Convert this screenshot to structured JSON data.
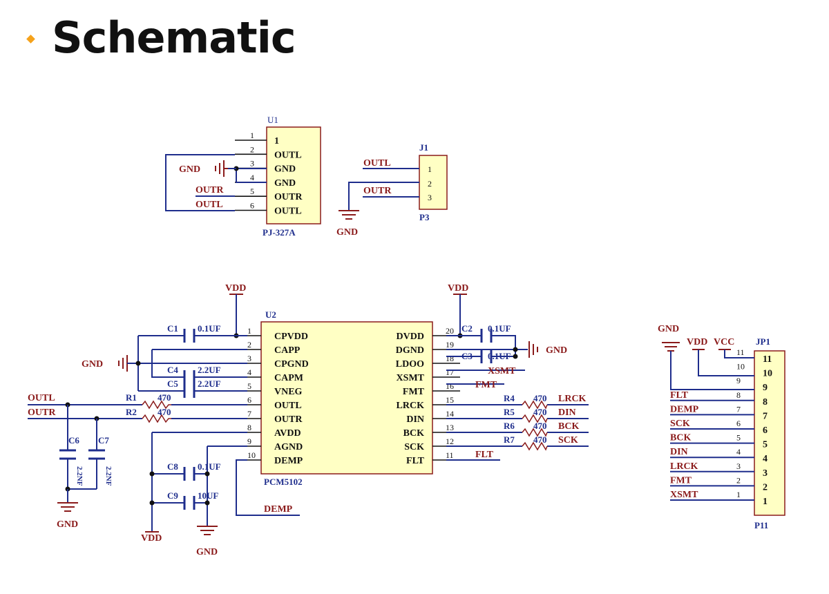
{
  "page": {
    "title": "Schematic"
  },
  "u1": {
    "ref": "U1",
    "part": "PJ-327A",
    "pins": [
      {
        "num": "1",
        "name": "1"
      },
      {
        "num": "2",
        "name": "OUTL"
      },
      {
        "num": "3",
        "name": "GND"
      },
      {
        "num": "4",
        "name": "GND"
      },
      {
        "num": "5",
        "name": "OUTR"
      },
      {
        "num": "6",
        "name": "OUTL"
      }
    ],
    "nets": {
      "gnd": "GND",
      "outr": "OUTR",
      "outl": "OUTL"
    }
  },
  "j1": {
    "ref": "J1",
    "part": "P3",
    "pins": [
      "1",
      "2",
      "3"
    ],
    "nets": {
      "outl": "OUTL",
      "outr": "OUTR",
      "gnd": "GND"
    }
  },
  "u2": {
    "ref": "U2",
    "part": "PCM5102",
    "left_pins": [
      {
        "num": "1",
        "name": "CPVDD"
      },
      {
        "num": "2",
        "name": "CAPP"
      },
      {
        "num": "3",
        "name": "CPGND"
      },
      {
        "num": "4",
        "name": "CAPM"
      },
      {
        "num": "5",
        "name": "VNEG"
      },
      {
        "num": "6",
        "name": "OUTL"
      },
      {
        "num": "7",
        "name": "OUTR"
      },
      {
        "num": "8",
        "name": "AVDD"
      },
      {
        "num": "9",
        "name": "AGND"
      },
      {
        "num": "10",
        "name": "DEMP"
      }
    ],
    "right_pins": [
      {
        "num": "20",
        "name": "DVDD"
      },
      {
        "num": "19",
        "name": "DGND"
      },
      {
        "num": "18",
        "name": "LDOO"
      },
      {
        "num": "17",
        "name": "XSMT"
      },
      {
        "num": "16",
        "name": "FMT"
      },
      {
        "num": "15",
        "name": "LRCK"
      },
      {
        "num": "14",
        "name": "DIN"
      },
      {
        "num": "13",
        "name": "BCK"
      },
      {
        "num": "12",
        "name": "SCK"
      },
      {
        "num": "11",
        "name": "FLT"
      }
    ]
  },
  "power": {
    "vdd": "VDD",
    "gnd": "GND",
    "vcc": "VCC"
  },
  "caps": [
    {
      "ref": "C1",
      "val": "0.1UF"
    },
    {
      "ref": "C2",
      "val": "0.1UF"
    },
    {
      "ref": "C3",
      "val": "0.1UF"
    },
    {
      "ref": "C4",
      "val": "2.2UF"
    },
    {
      "ref": "C5",
      "val": "2.2UF"
    },
    {
      "ref": "C6",
      "val": "2.2NF"
    },
    {
      "ref": "C7",
      "val": "2.2NF"
    },
    {
      "ref": "C8",
      "val": "0.1UF"
    },
    {
      "ref": "C9",
      "val": "10UF"
    }
  ],
  "resistors": [
    {
      "ref": "R1",
      "val": "470"
    },
    {
      "ref": "R2",
      "val": "470"
    },
    {
      "ref": "R4",
      "val": "470"
    },
    {
      "ref": "R5",
      "val": "470"
    },
    {
      "ref": "R6",
      "val": "470"
    },
    {
      "ref": "R7",
      "val": "470"
    }
  ],
  "nets": {
    "outl": "OUTL",
    "outr": "OUTR",
    "lrck": "LRCK",
    "din": "DIN",
    "bck": "BCK",
    "sck": "SCK",
    "fmt": "FMT",
    "xsmt": "XSMT",
    "flt": "FLT",
    "demp": "DEMP"
  },
  "jp1": {
    "ref": "JP1",
    "part": "P11",
    "pins": [
      {
        "num": "11",
        "net": ""
      },
      {
        "num": "10",
        "net": ""
      },
      {
        "num": "9",
        "net": ""
      },
      {
        "num": "8",
        "net": "FLT"
      },
      {
        "num": "7",
        "net": "DEMP"
      },
      {
        "num": "6",
        "net": "SCK"
      },
      {
        "num": "5",
        "net": "BCK"
      },
      {
        "num": "4",
        "net": "DIN"
      },
      {
        "num": "3",
        "net": "LRCK"
      },
      {
        "num": "2",
        "net": "FMT"
      },
      {
        "num": "1",
        "net": "XSMT"
      }
    ],
    "body_labels": [
      "11",
      "10",
      "9",
      "8",
      "7",
      "6",
      "5",
      "4",
      "3",
      "2",
      "1"
    ]
  }
}
